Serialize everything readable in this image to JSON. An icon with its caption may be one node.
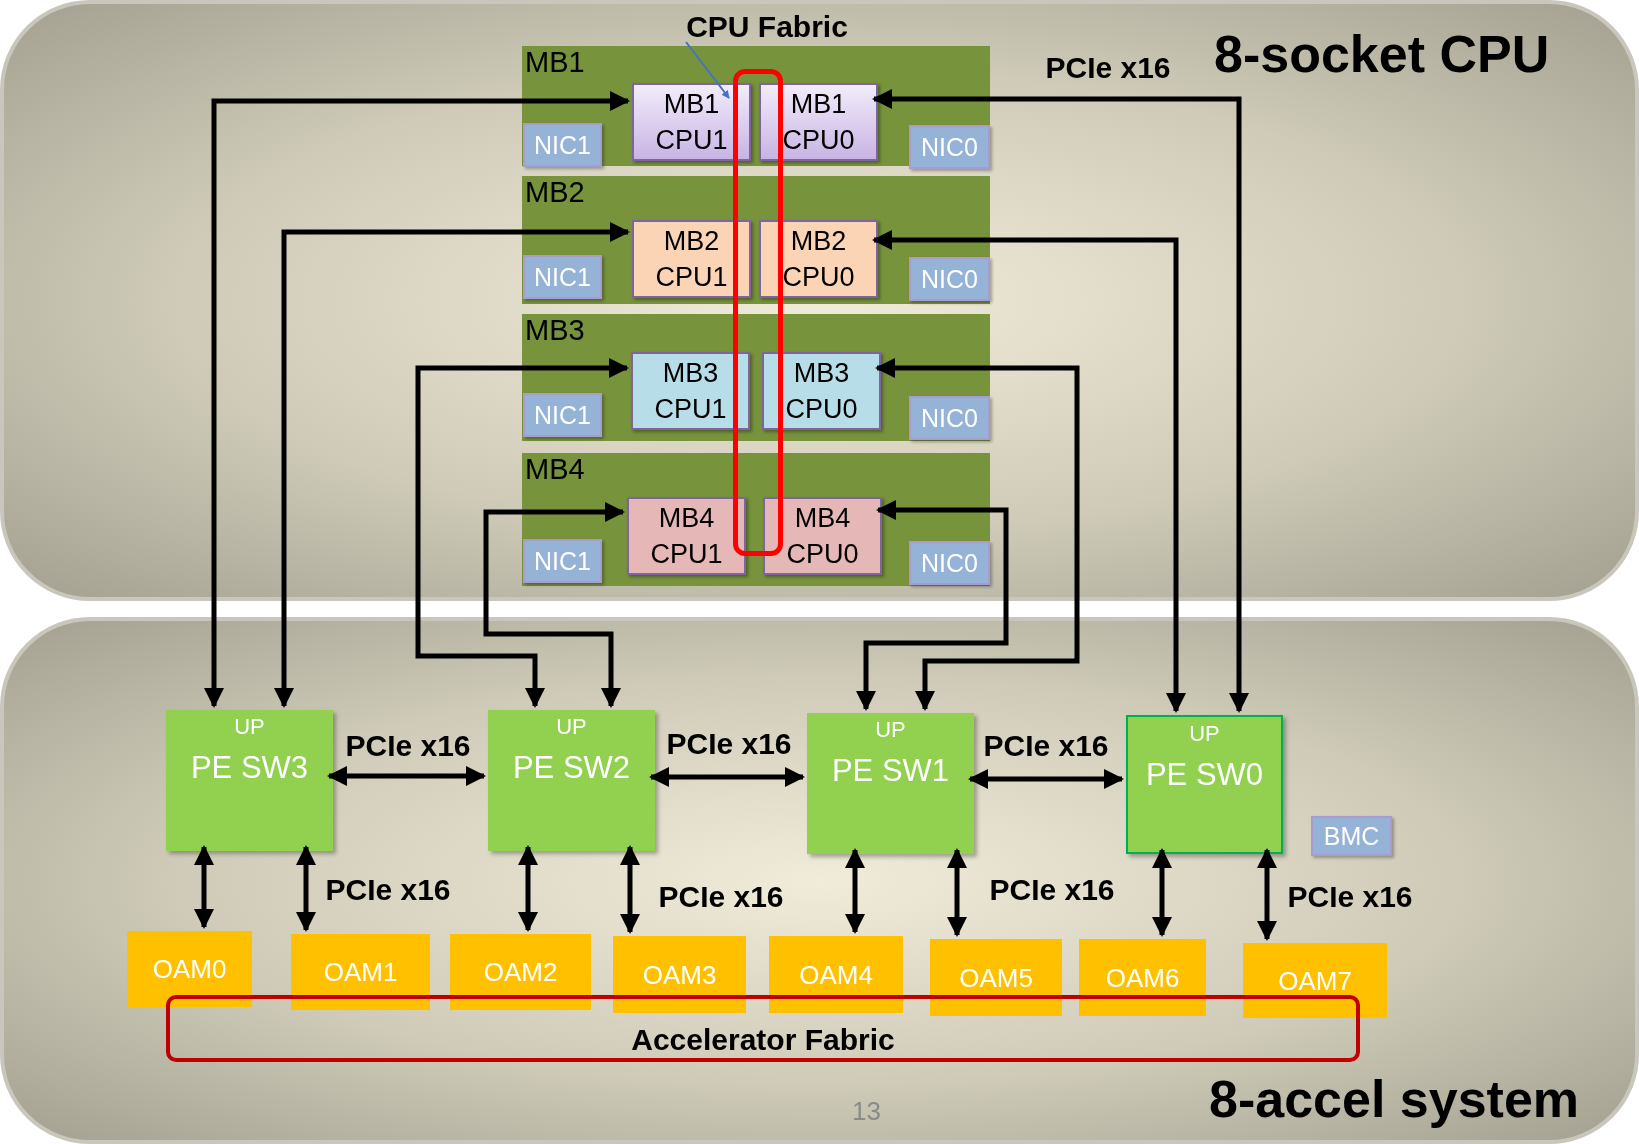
{
  "diagram": {
    "nodes": [
      {
        "text": [
          "8-socket CPU"
        ]
      },
      {
        "text": [
          "CPU Fabric"
        ],
        "in": 0
      },
      {
        "text": [
          "MB1"
        ],
        "in": 0
      },
      {
        "text": [
          "MB1 CPU1"
        ],
        "in": 2
      },
      {
        "text": [
          "MB1 CPU0"
        ],
        "in": 2
      },
      {
        "text": [
          "NIC1"
        ],
        "in": 2
      },
      {
        "text": [
          "NIC0"
        ],
        "in": 2
      },
      {
        "text": [
          "MB2"
        ],
        "in": 0
      },
      {
        "text": [
          "MB2 CPU1"
        ],
        "in": 7
      },
      {
        "text": [
          "MB2 CPU0"
        ],
        "in": 7
      },
      {
        "text": [
          "NIC1"
        ],
        "in": 7
      },
      {
        "text": [
          "NIC0"
        ],
        "in": 7
      },
      {
        "text": [
          "MB3"
        ],
        "in": 0
      },
      {
        "text": [
          "MB3 CPU1"
        ],
        "in": 12
      },
      {
        "text": [
          "MB3 CPU0"
        ],
        "in": 12
      },
      {
        "text": [
          "NIC1"
        ],
        "in": 12
      },
      {
        "text": [
          "NIC0"
        ],
        "in": 12
      },
      {
        "text": [
          "MB4"
        ],
        "in": 0
      },
      {
        "text": [
          "MB4 CPU1"
        ],
        "in": 17
      },
      {
        "text": [
          "MB4 CPU0"
        ],
        "in": 17
      },
      {
        "text": [
          "NIC1"
        ],
        "in": 17
      },
      {
        "text": [
          "NIC0"
        ],
        "in": 17
      },
      {
        "text": [],
        "shape": "box",
        "in": 0
      },
      {
        "text": [
          "8-accel system"
        ]
      },
      {
        "text": [
          "UP",
          "PE SW3"
        ],
        "in": 23
      },
      {
        "text": [
          "UP",
          "PE SW2"
        ],
        "in": 23
      },
      {
        "text": [
          "UP",
          "PE SW1"
        ],
        "in": 23
      },
      {
        "text": [
          "UP",
          "PE SW0"
        ],
        "in": 23
      },
      {
        "text": [
          "BMC"
        ],
        "in": 23
      },
      {
        "text": [
          "OAM0"
        ],
        "in": 23
      },
      {
        "text": [
          "OAM1"
        ],
        "in": 23
      },
      {
        "text": [
          "OAM2"
        ],
        "in": 23
      },
      {
        "text": [
          "OAM3"
        ],
        "in": 23
      },
      {
        "text": [
          "OAM4"
        ],
        "in": 23
      },
      {
        "text": [
          "OAM5"
        ],
        "in": 23
      },
      {
        "text": [
          "OAM6"
        ],
        "in": 23
      },
      {
        "text": [
          "OAM7"
        ],
        "in": 23
      },
      {
        "text": [
          "Accelerator Fabric"
        ],
        "in": 23
      }
    ],
    "edges": [
      {
        "from": 1,
        "to": 22,
        "arrow": "to",
        "color": "#4472c4"
      },
      {
        "from": 24,
        "to": 3,
        "arrow": "both"
      },
      {
        "from": 24,
        "to": 8,
        "arrow": "both"
      },
      {
        "from": 25,
        "to": 13,
        "arrow": "both"
      },
      {
        "from": 25,
        "to": 18,
        "arrow": "both"
      },
      {
        "from": 26,
        "to": 19,
        "arrow": "both"
      },
      {
        "from": 26,
        "to": 14,
        "arrow": "both"
      },
      {
        "from": 27,
        "to": 9,
        "arrow": "both"
      },
      {
        "from": 27,
        "to": 4,
        "arrow": "both",
        "label": "PCIe x16"
      },
      {
        "from": 24,
        "to": 25,
        "arrow": "both",
        "label": "PCIe x16"
      },
      {
        "from": 25,
        "to": 26,
        "arrow": "both",
        "label": "PCIe x16"
      },
      {
        "from": 26,
        "to": 27,
        "arrow": "both",
        "label": "PCIe x16"
      },
      {
        "from": 24,
        "to": 29,
        "arrow": "both"
      },
      {
        "from": 24,
        "to": 30,
        "arrow": "both",
        "label": "PCIe x16"
      },
      {
        "from": 25,
        "to": 31,
        "arrow": "both"
      },
      {
        "from": 25,
        "to": 32,
        "arrow": "both",
        "label": "PCIe x16"
      },
      {
        "from": 26,
        "to": 33,
        "arrow": "both"
      },
      {
        "from": 26,
        "to": 34,
        "arrow": "both",
        "label": "PCIe x16"
      },
      {
        "from": 27,
        "to": 35,
        "arrow": "both"
      },
      {
        "from": 27,
        "to": 36,
        "arrow": "both",
        "label": "PCIe x16"
      }
    ],
    "labels": [
      "13"
    ]
  }
}
